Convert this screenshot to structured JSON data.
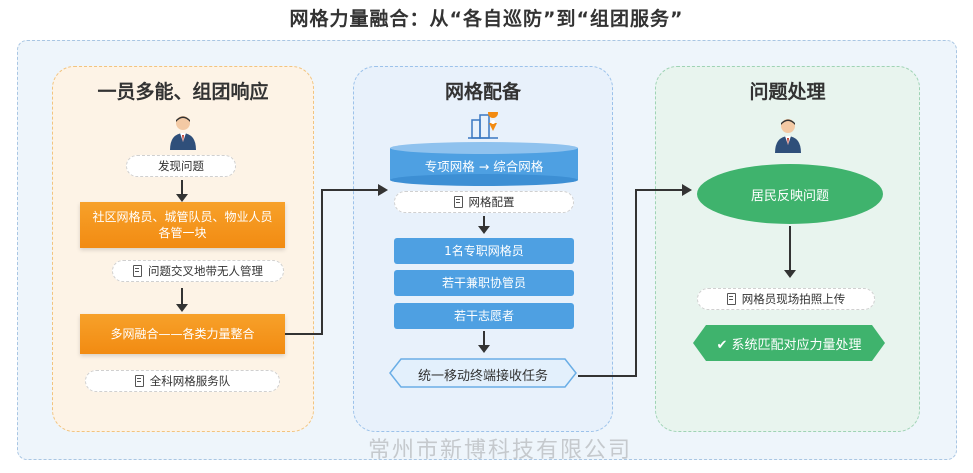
{
  "title": "网格力量融合：从“各自巡防”到“组团服务”",
  "left_panel": {
    "title": "一员多能、组团响应",
    "step1": "发现问题",
    "step2_line1": "社区网格员、城管队员、物业人员",
    "step2_line2": "各管一块",
    "step3": "问题交叉地带无人管理",
    "step4": "多网融合——各类力量整合",
    "step5": "全科网格服务队"
  },
  "mid_panel": {
    "title": "网格配备",
    "cylinder": "专项网格 → 综合网格",
    "config": "网格配置",
    "bar1": "1名专职网格员",
    "bar2": "若干兼职协管员",
    "bar3": "若干志愿者",
    "task": "统一移动终端接收任务"
  },
  "right_panel": {
    "title": "问题处理",
    "ellipse": "居民反映问题",
    "photo": "网格员现场拍照上传",
    "match": "✔ 系统匹配对应力量处理"
  },
  "watermark": "常州市新博科技有限公司",
  "colors": {
    "orange": "#f28b12",
    "blue": "#4ea0e2",
    "green": "#3fb36d"
  }
}
